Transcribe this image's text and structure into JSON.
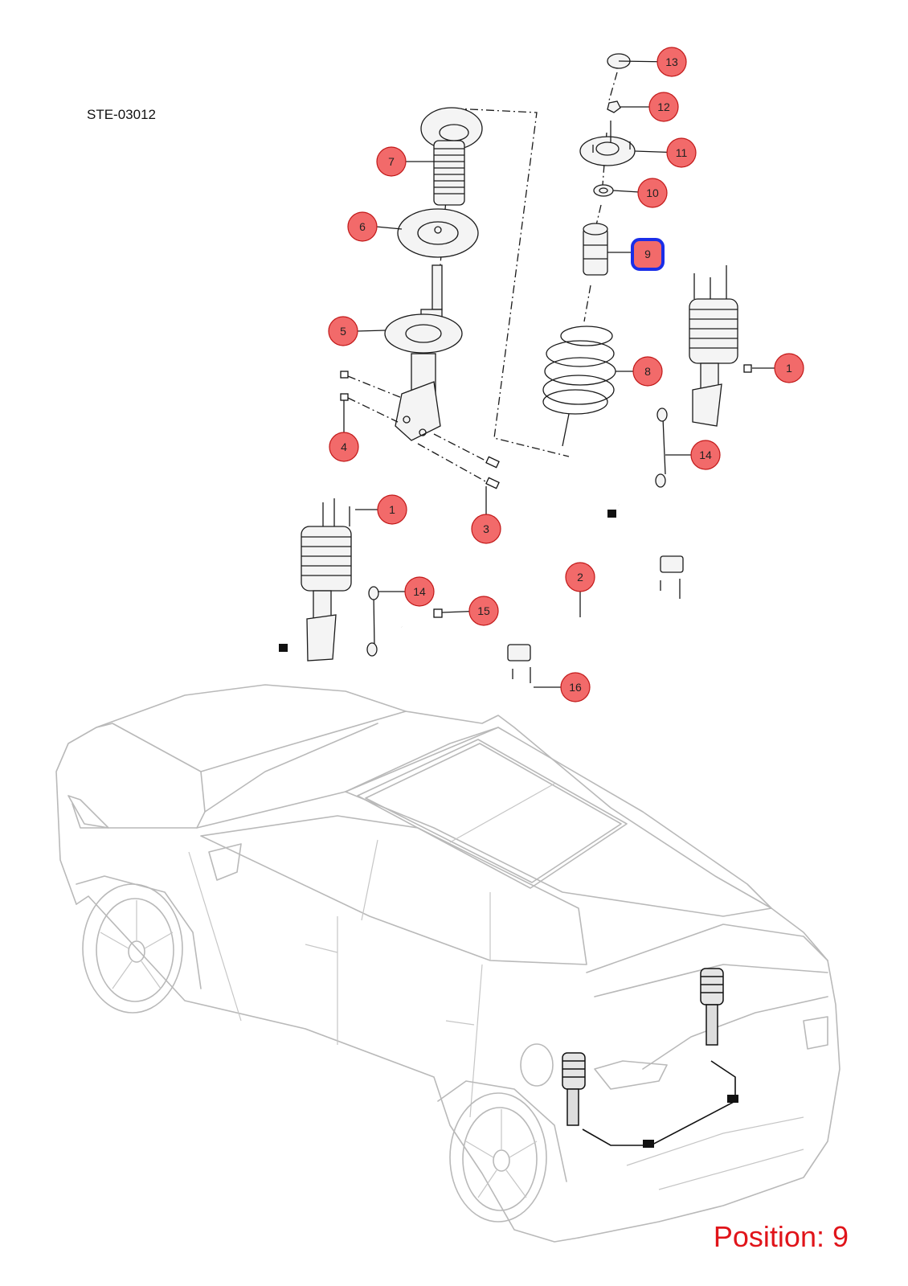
{
  "diagram_code": "STE-03012",
  "position_label": "Position: 9",
  "callouts": {
    "c13": "13",
    "c12": "12",
    "c11": "11",
    "c10": "10",
    "c9": "9",
    "c7": "7",
    "c6": "6",
    "c5": "5",
    "c8": "8",
    "c4": "4",
    "c3": "3",
    "c1a": "1",
    "c14a": "14",
    "c1b": "1",
    "c14b": "14",
    "c15": "15",
    "c2": "2",
    "c16": "16"
  },
  "colors": {
    "callout_fill": "#f26a6a",
    "highlight": "#1a2ee8",
    "position_text": "#e0141a",
    "car_outline": "#b9b9b9"
  }
}
